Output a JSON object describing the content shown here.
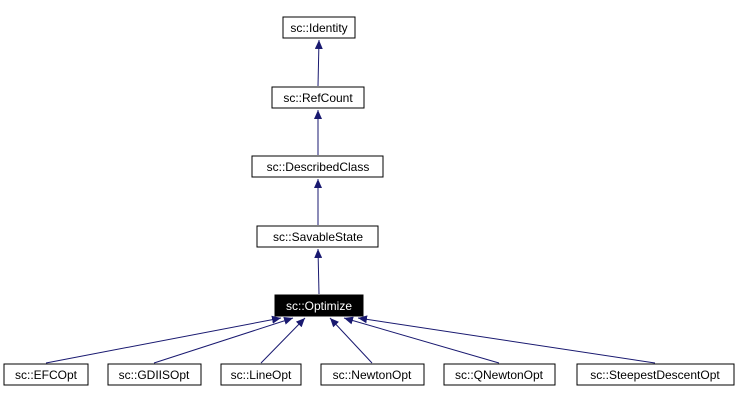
{
  "diagram": {
    "type": "class-inheritance-graph",
    "nodes": [
      {
        "label": "sc::Identity",
        "highlighted": false
      },
      {
        "label": "sc::RefCount",
        "highlighted": false
      },
      {
        "label": "sc::DescribedClass",
        "highlighted": false
      },
      {
        "label": "sc::SavableState",
        "highlighted": false
      },
      {
        "label": "sc::Optimize",
        "highlighted": true
      },
      {
        "label": "sc::EFCOpt",
        "highlighted": false
      },
      {
        "label": "sc::GDIISOpt",
        "highlighted": false
      },
      {
        "label": "sc::LineOpt",
        "highlighted": false
      },
      {
        "label": "sc::NewtonOpt",
        "highlighted": false
      },
      {
        "label": "sc::QNewtonOpt",
        "highlighted": false
      },
      {
        "label": "sc::SteepestDescentOpt",
        "highlighted": false
      }
    ],
    "edges": [
      {
        "from": "sc::RefCount",
        "to": "sc::Identity"
      },
      {
        "from": "sc::DescribedClass",
        "to": "sc::RefCount"
      },
      {
        "from": "sc::SavableState",
        "to": "sc::DescribedClass"
      },
      {
        "from": "sc::Optimize",
        "to": "sc::SavableState"
      },
      {
        "from": "sc::EFCOpt",
        "to": "sc::Optimize"
      },
      {
        "from": "sc::GDIISOpt",
        "to": "sc::Optimize"
      },
      {
        "from": "sc::LineOpt",
        "to": "sc::Optimize"
      },
      {
        "from": "sc::NewtonOpt",
        "to": "sc::Optimize"
      },
      {
        "from": "sc::QNewtonOpt",
        "to": "sc::Optimize"
      },
      {
        "from": "sc::SteepestDescentOpt",
        "to": "sc::Optimize"
      }
    ],
    "colors": {
      "arrow": "#191970",
      "box_border": "#000000",
      "box_fill": "#ffffff",
      "text": "#000000",
      "highlight_fill": "#000000",
      "highlight_text": "#ffffff",
      "background": "#ffffff"
    }
  }
}
